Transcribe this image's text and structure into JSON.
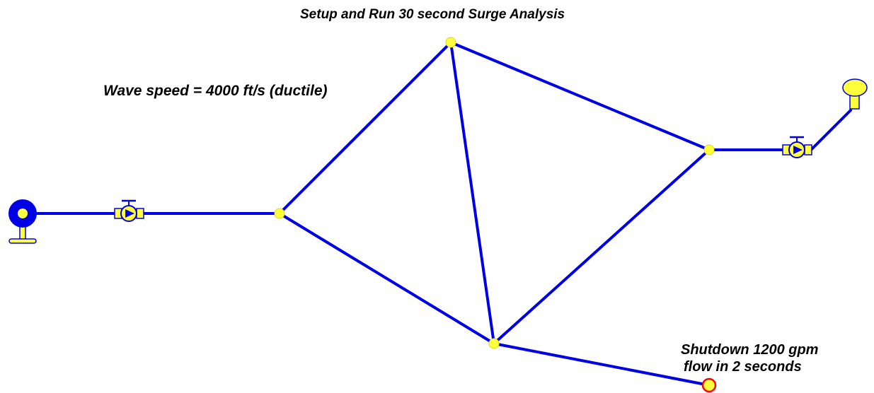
{
  "title": "Setup and Run 30 second Surge Analysis",
  "wave_speed_note": "Wave speed = 4000 ft/s (ductile)",
  "shutdown_note_line1": "Shutdown 1200 gpm",
  "shutdown_note_line2": "flow in 2 seconds",
  "colors": {
    "pipe": "#0000e6",
    "node_fill": "#ffff3c",
    "valve_node_outline": "#ff0000",
    "reservoir_fill": "#0000e6",
    "background": "#ffffff"
  },
  "icons": [
    "reservoir-icon",
    "pump-icon",
    "junction-icon",
    "surge-tank-icon",
    "valve-junction-icon"
  ]
}
